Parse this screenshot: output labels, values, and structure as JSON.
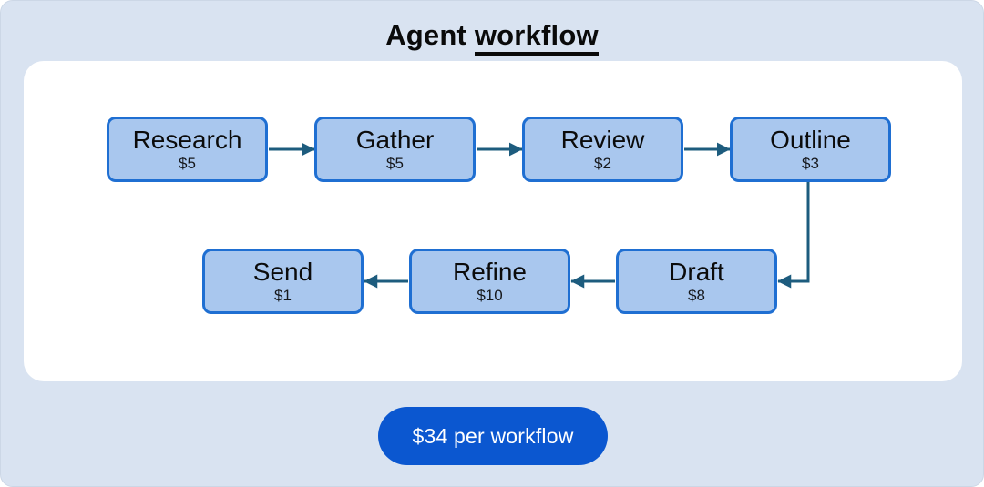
{
  "title": {
    "prefix": "Agent",
    "underlined": "workflow"
  },
  "diagram": {
    "nodes": [
      {
        "id": "research",
        "label": "Research",
        "cost": "$5"
      },
      {
        "id": "gather",
        "label": "Gather",
        "cost": "$5"
      },
      {
        "id": "review",
        "label": "Review",
        "cost": "$2"
      },
      {
        "id": "outline",
        "label": "Outline",
        "cost": "$3"
      },
      {
        "id": "draft",
        "label": "Draft",
        "cost": "$8"
      },
      {
        "id": "refine",
        "label": "Refine",
        "cost": "$10"
      },
      {
        "id": "send",
        "label": "Send",
        "cost": "$1"
      }
    ],
    "edges": [
      {
        "from": "research",
        "to": "gather"
      },
      {
        "from": "gather",
        "to": "review"
      },
      {
        "from": "review",
        "to": "outline"
      },
      {
        "from": "outline",
        "to": "draft"
      },
      {
        "from": "draft",
        "to": "refine"
      },
      {
        "from": "refine",
        "to": "send"
      }
    ]
  },
  "badge": {
    "label": "$34 per workflow"
  },
  "colors": {
    "card_bg": "#d9e3f1",
    "panel_bg": "#ffffff",
    "node_fill": "#a9c7ee",
    "node_border": "#1f6fd2",
    "arrow": "#1d5c7e",
    "badge_bg": "#0b57d0",
    "badge_text": "#ffffff",
    "title_text": "#0a0a0a"
  }
}
